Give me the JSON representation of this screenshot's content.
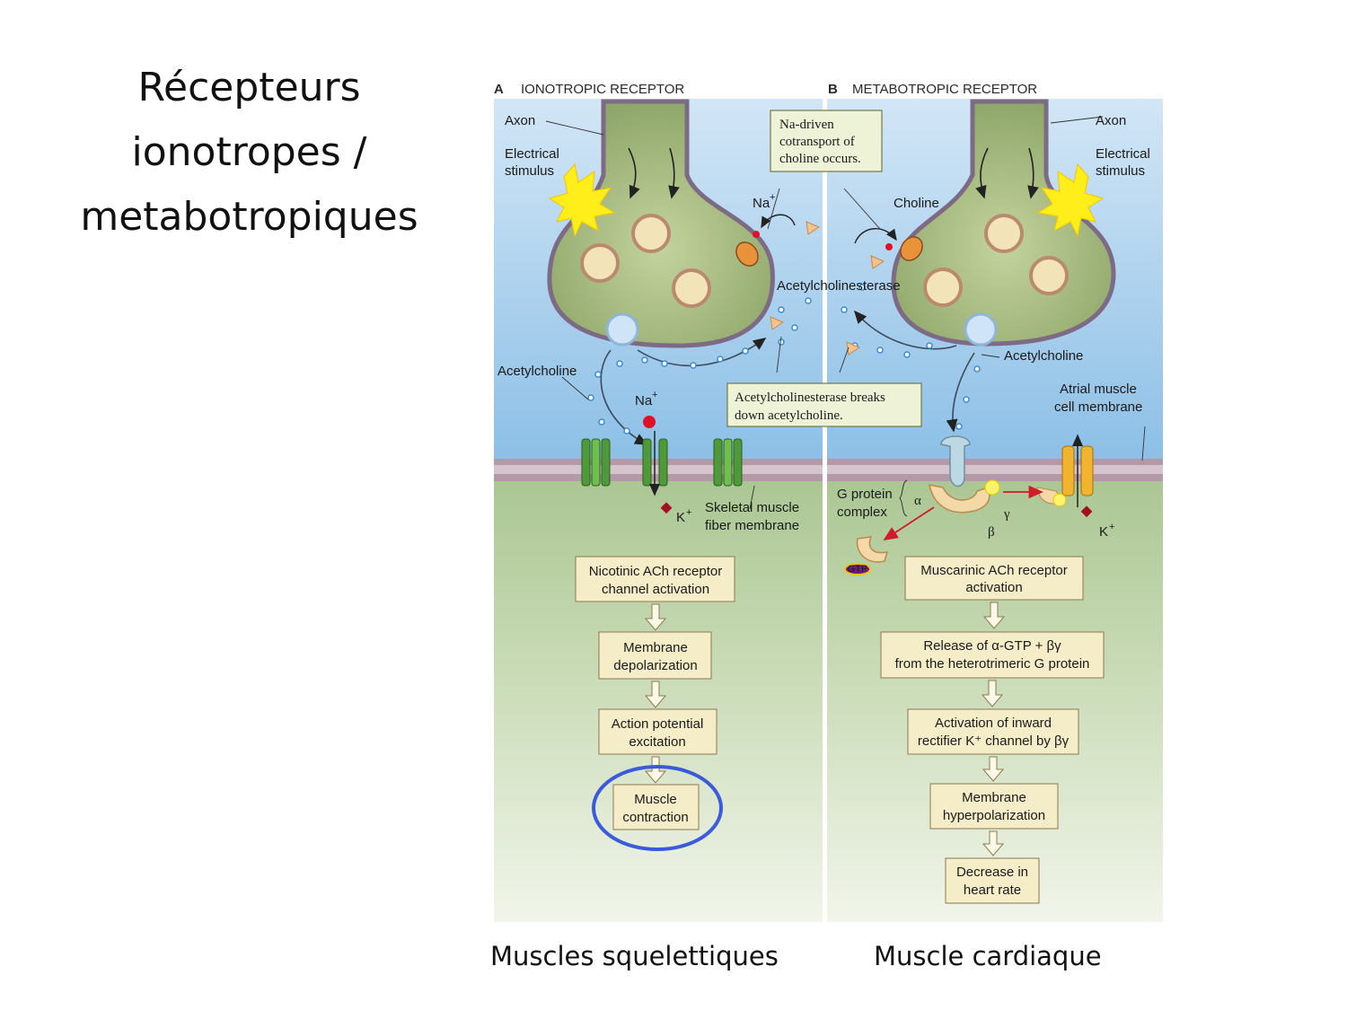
{
  "slide": {
    "title_lines": [
      "Récepteurs",
      "ionotropes /",
      "metabotropiques"
    ],
    "captions": {
      "left": "Muscles squelettiques",
      "right": "Muscle cardiaque"
    },
    "highlight_color": "#3b5bdb"
  },
  "figure": {
    "panel_a": {
      "letter": "A",
      "title": "IONOTROPIC RECEPTOR",
      "labels": {
        "axon": "Axon",
        "stimulus_line1": "Electrical",
        "stimulus_line2": "stimulus",
        "na_top": "Na",
        "acetylcholine": "Acetylcholine",
        "na_channel": "Na",
        "k": "K",
        "membrane_line1": "Skeletal muscle",
        "membrane_line2": "fiber membrane"
      },
      "flow": [
        [
          "Nicotinic ACh receptor",
          "channel activation"
        ],
        [
          "Membrane",
          "depolarization"
        ],
        [
          "Action potential",
          "excitation"
        ],
        [
          "Muscle",
          "contraction"
        ]
      ]
    },
    "panel_b": {
      "letter": "B",
      "title": "METABOTROPIC RECEPTOR",
      "labels": {
        "axon": "Axon",
        "stimulus_line1": "Electrical",
        "stimulus_line2": "stimulus",
        "choline": "Choline",
        "acetylcholine": "Acetylcholine",
        "atrial_line1": "Atrial muscle",
        "atrial_line2": "cell membrane",
        "gprotein_line1": "G protein",
        "gprotein_line2": "complex",
        "alpha": "α",
        "beta": "β",
        "gamma": "γ",
        "k": "K",
        "gtp": "GTP"
      },
      "flow": [
        [
          "Muscarinic ACh receptor",
          "activation"
        ],
        [
          "Release of α-GTP + βγ",
          "from the heterotrimeric G protein"
        ],
        [
          "Activation of inward",
          "rectifier K⁺ channel by βγ"
        ],
        [
          "Membrane",
          "hyperpolarization"
        ],
        [
          "Decrease in",
          "heart rate"
        ]
      ]
    },
    "shared": {
      "callout_choline": [
        "Na-driven",
        "cotransport of",
        "choline occurs."
      ],
      "acetylcholinesterase": "Acetylcholinesterase",
      "callout_breakdown": [
        "Acetylcholinesterase breaks",
        "down  acetylcholine."
      ]
    }
  }
}
